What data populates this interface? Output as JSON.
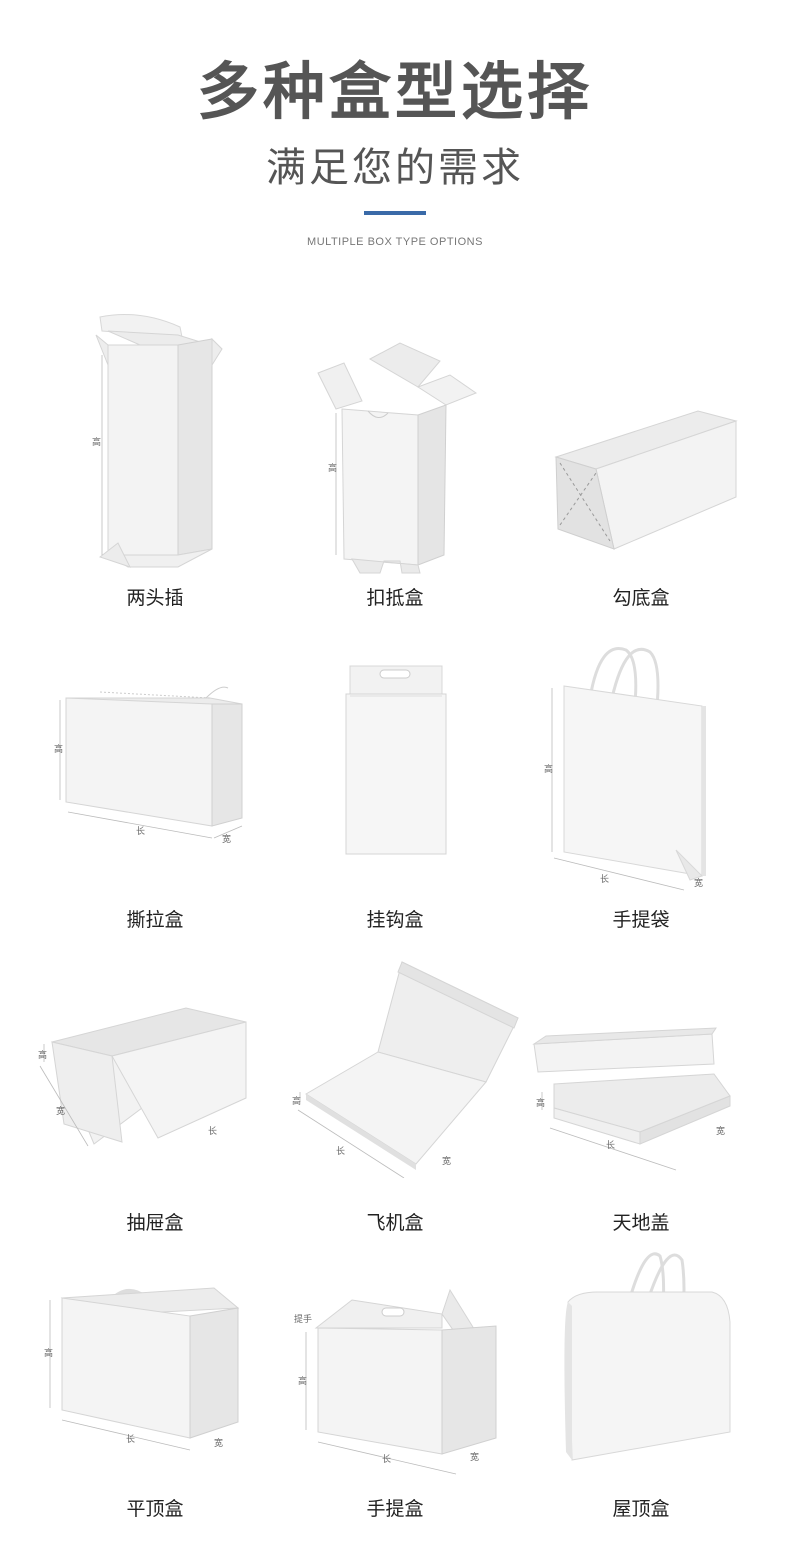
{
  "header": {
    "title": "多种盒型选择",
    "subtitle": "满足您的需求",
    "english": "MULTIPLE BOX TYPE OPTIONS",
    "accent_color": "#3a6aa8"
  },
  "dimension_labels": {
    "height": "高",
    "length": "长",
    "width": "宽",
    "handle": "提手"
  },
  "boxes": [
    {
      "name": "两头插",
      "icon": "tuck-end-box-icon"
    },
    {
      "name": "扣抵盒",
      "icon": "lock-bottom-box-icon"
    },
    {
      "name": "勾底盒",
      "icon": "hook-bottom-box-icon"
    },
    {
      "name": "撕拉盒",
      "icon": "tear-strip-box-icon"
    },
    {
      "name": "挂钩盒",
      "icon": "hang-hook-box-icon"
    },
    {
      "name": "手提袋",
      "icon": "paper-bag-icon"
    },
    {
      "name": "抽屉盒",
      "icon": "drawer-box-icon"
    },
    {
      "name": "飞机盒",
      "icon": "mailer-box-icon"
    },
    {
      "name": "天地盖",
      "icon": "lid-base-box-icon"
    },
    {
      "name": "平顶盒",
      "icon": "flat-top-box-icon"
    },
    {
      "name": "手提盒",
      "icon": "handle-box-icon"
    },
    {
      "name": "屋顶盒",
      "icon": "roof-box-icon"
    }
  ]
}
